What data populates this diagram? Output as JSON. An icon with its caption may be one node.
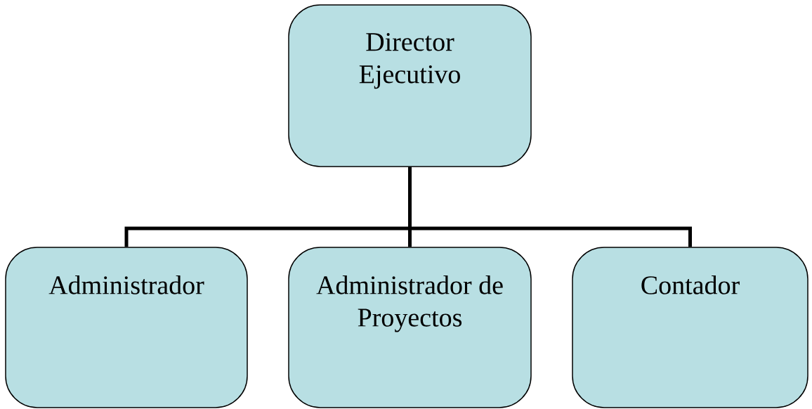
{
  "diagram": {
    "nodes": [
      {
        "text": [
          "Director Ejecutivo"
        ]
      },
      {
        "text": [
          "Administrador"
        ]
      },
      {
        "text": [
          "Administrador de Proyectos"
        ]
      },
      {
        "text": [
          "Contador"
        ]
      }
    ],
    "edges": [
      {
        "from": 0,
        "to": 1,
        "arrow": "none"
      },
      {
        "from": 0,
        "to": 2,
        "arrow": "none"
      },
      {
        "from": 0,
        "to": 3,
        "arrow": "none"
      }
    ]
  }
}
